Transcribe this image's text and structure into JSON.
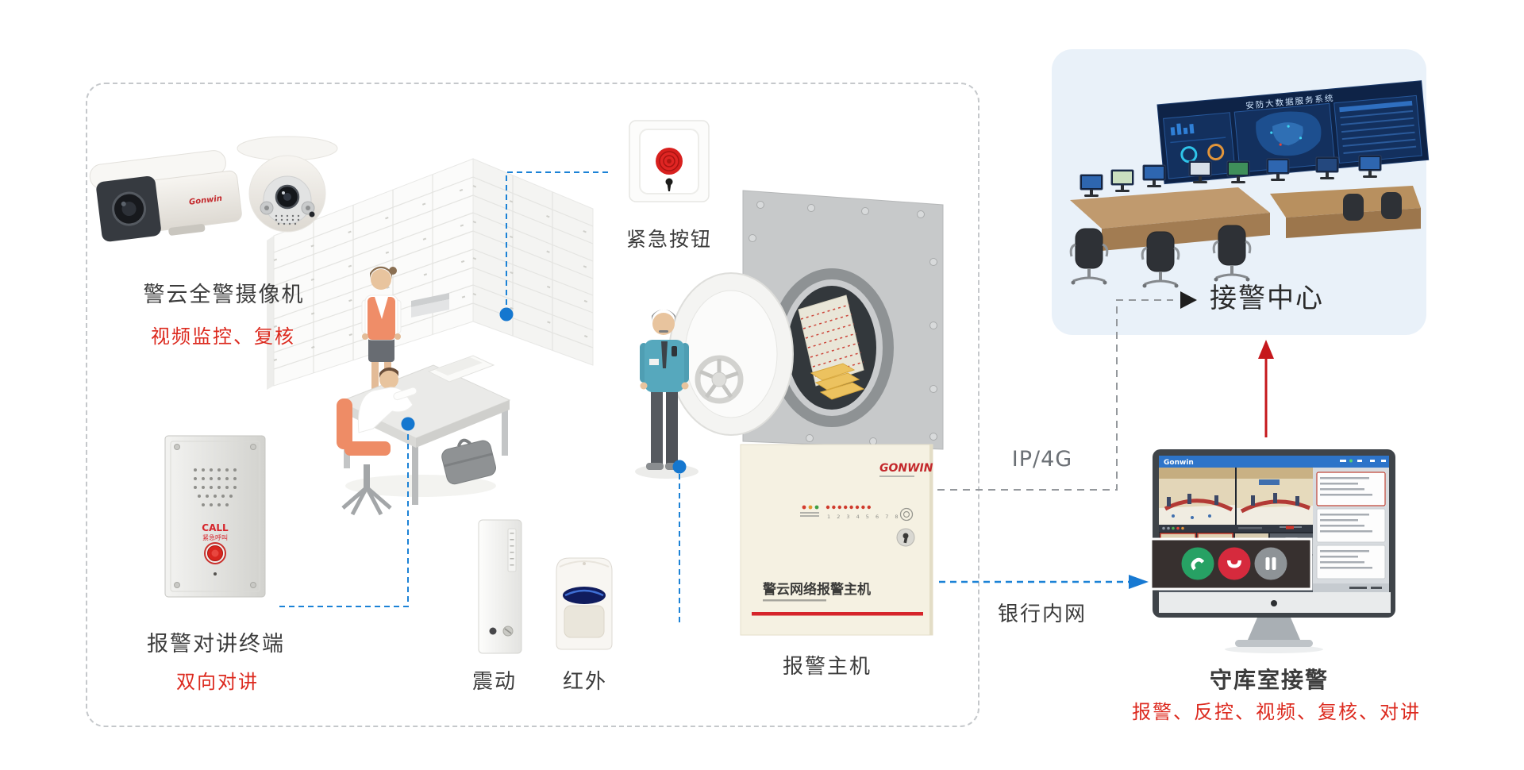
{
  "brand": {
    "camera": "Gonwin",
    "host": "GONWIN",
    "monitor": "Gonwin"
  },
  "left_zone": {
    "camera": {
      "label": "警云全警摄像机",
      "sublabel": "视频监控、复核"
    },
    "emergency_button": {
      "label": "紧急按钮"
    },
    "intercom": {
      "label": "报警对讲终端",
      "sublabel": "双向对讲",
      "call": "CALL",
      "call_sub": "紧急呼叫"
    },
    "vibration": {
      "label": "震动"
    },
    "infrared": {
      "label": "红外"
    },
    "alarm_host": {
      "label": "报警主机",
      "panel_title": "警云网络报警主机",
      "zone_numbers": "1 2 3 4 5 6 7 8"
    }
  },
  "connections": {
    "ip4g": "IP/4G",
    "bank_intranet": "银行内网"
  },
  "right_zone": {
    "alarm_center": {
      "label": "接警中心",
      "videowall_title": "安防大数据服务系统"
    },
    "vault_room_monitor": {
      "label": "守库室接警",
      "sublabel": "报警、反控、视频、复核、对讲"
    }
  },
  "colors": {
    "accent_blue": "#1577cf",
    "line_gray": "#94989c",
    "arrow_red": "#c5171c",
    "text_red": "#dc291e",
    "host_cream": "#f5f1e2",
    "center_box_blue": "#e9f1f9"
  }
}
